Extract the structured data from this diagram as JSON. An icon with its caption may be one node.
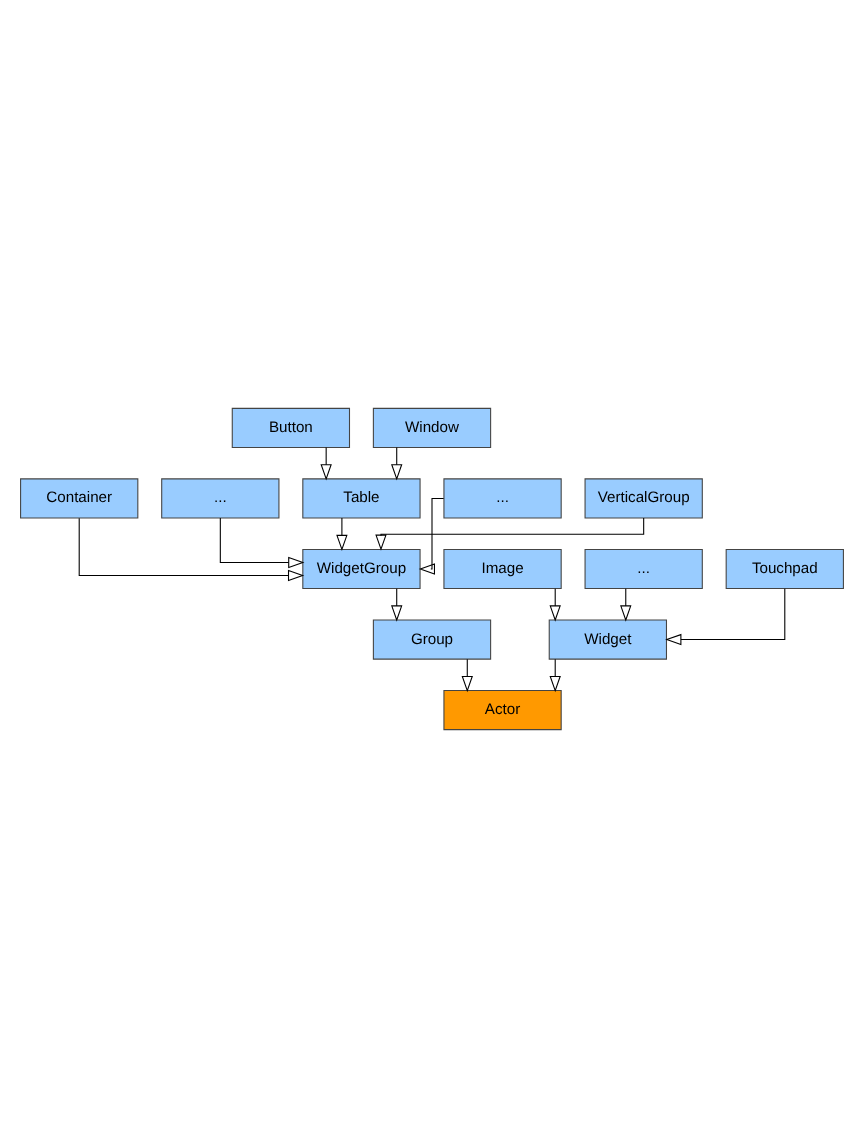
{
  "diagram": {
    "nodes": [
      {
        "text": [
          "Container"
        ]
      },
      {
        "text": [
          "Button"
        ]
      },
      {
        "text": [
          "..."
        ]
      },
      {
        "text": [
          "Window"
        ]
      },
      {
        "text": [
          "Table"
        ]
      },
      {
        "text": [
          "..."
        ]
      },
      {
        "text": [
          "VerticalGroup"
        ]
      },
      {
        "text": [
          "Image"
        ]
      },
      {
        "text": [
          "..."
        ]
      },
      {
        "text": [
          "WidgetGroup"
        ]
      },
      {
        "text": [
          "Touchpad"
        ]
      },
      {
        "text": [
          "Widget"
        ]
      },
      {
        "text": [
          "Group"
        ]
      },
      {
        "text": [
          "Actor"
        ]
      }
    ],
    "edges": [
      {
        "from": 1,
        "to": 4,
        "arrow": "to"
      },
      {
        "from": 3,
        "to": 4,
        "arrow": "to"
      },
      {
        "from": 0,
        "to": 9,
        "arrow": "to"
      },
      {
        "from": 2,
        "to": 9,
        "arrow": "to"
      },
      {
        "from": 4,
        "to": 9,
        "arrow": "to"
      },
      {
        "from": 5,
        "to": 9,
        "arrow": "to"
      },
      {
        "from": 6,
        "to": 9,
        "arrow": "to"
      },
      {
        "from": 7,
        "to": 11,
        "arrow": "to"
      },
      {
        "from": 8,
        "to": 11,
        "arrow": "to"
      },
      {
        "from": 10,
        "to": 11,
        "arrow": "to"
      },
      {
        "from": 9,
        "to": 12,
        "arrow": "to"
      },
      {
        "from": 11,
        "to": 13,
        "arrow": "to"
      },
      {
        "from": 12,
        "to": 13,
        "arrow": "to"
      }
    ]
  }
}
